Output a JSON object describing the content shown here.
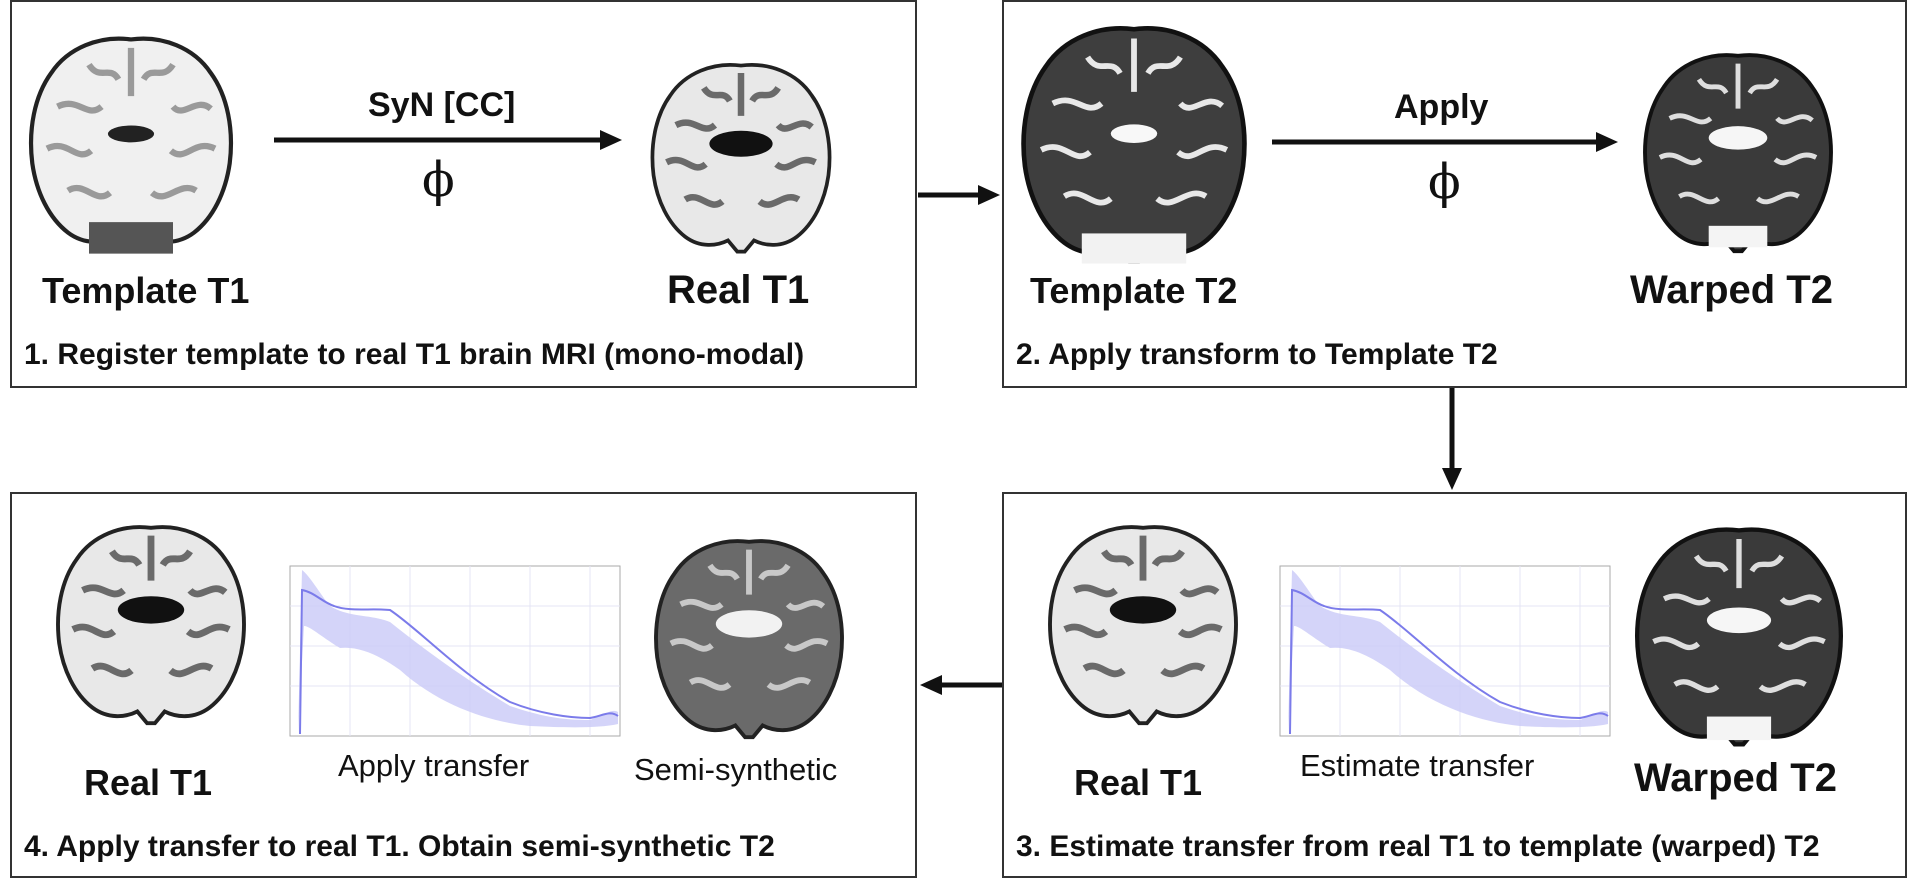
{
  "panels": {
    "p1": {
      "caption": "1. Register template to real T1 brain MRI (mono-modal)",
      "left_label": "Template T1",
      "right_label": "Real T1",
      "arrow_top": "SyN [CC]",
      "arrow_bottom": "ϕ"
    },
    "p2": {
      "caption": "2. Apply transform to Template T2",
      "left_label": "Template T2",
      "right_label": "Warped T2",
      "arrow_top": "Apply",
      "arrow_bottom": "ϕ"
    },
    "p3": {
      "caption": "3. Estimate transfer from real T1 to template (warped) T2",
      "left_label": "Real T1",
      "middle_label": "Estimate transfer",
      "right_label": "Warped T2"
    },
    "p4": {
      "caption": "4. Apply transfer to real T1. Obtain semi-synthetic T2",
      "left_label": "Real T1",
      "middle_label": "Apply transfer",
      "right_label": "Semi-synthetic"
    }
  },
  "colors": {
    "t1_bg": "#f2f2f2",
    "t1_dark": "#1a1a1a",
    "t2_bg": "#3a3a3a",
    "t2_bright": "#f4f4f4",
    "plot_line": "#7b7bea",
    "plot_band": "#c9c9f7"
  }
}
